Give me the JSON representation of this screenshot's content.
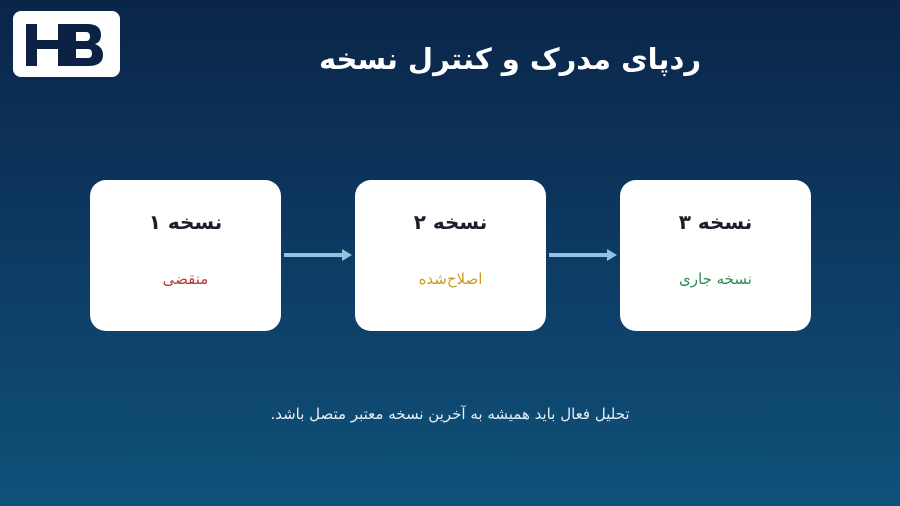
{
  "logo": {
    "text": "HB"
  },
  "title": "ردپای مدرک و کنترل نسخه",
  "versions": [
    {
      "label": "نسخه ۱",
      "status": "منقضی",
      "status_color": "#b83a3a"
    },
    {
      "label": "نسخه ۲",
      "status": "اصلاح‌شده",
      "status_color": "#cc9a1f"
    },
    {
      "label": "نسخه ۳",
      "status": "نسخه جاری",
      "status_color": "#2f8a52"
    }
  ],
  "footer": "تحلیل فعال باید همیشه به آخرین نسخه معتبر متصل باشد.",
  "colors": {
    "arrow": "#8fc3df",
    "card": "#ffffff"
  }
}
